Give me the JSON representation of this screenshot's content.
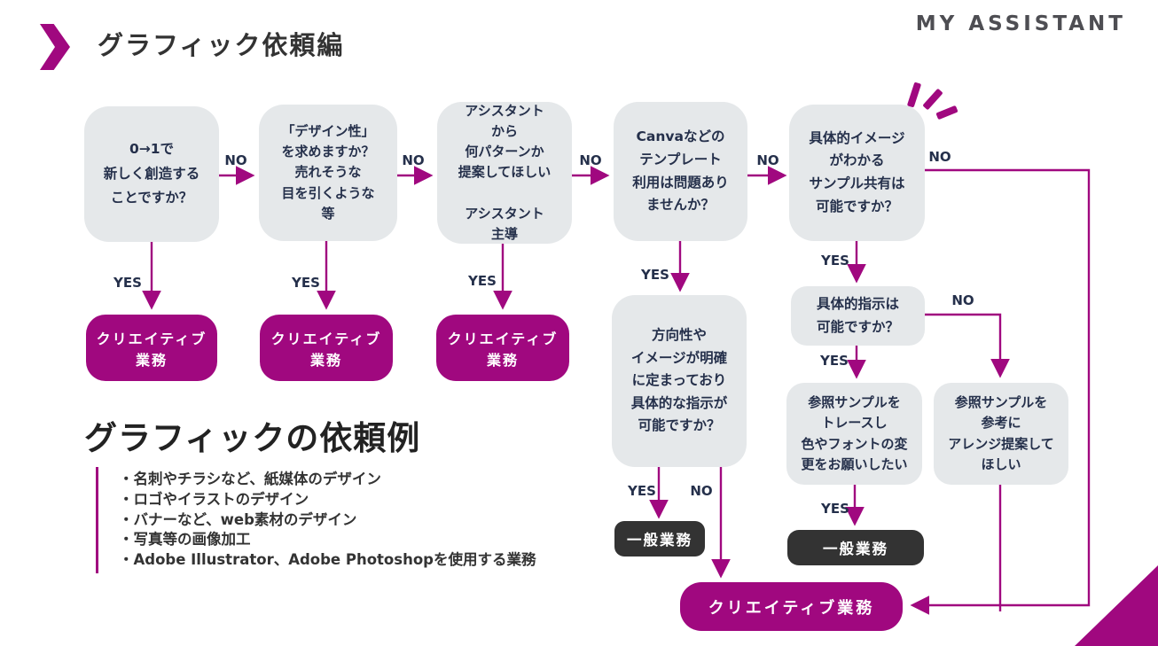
{
  "header": {
    "title": "グラフィック依頼編",
    "logo": "MY ASSISTANT"
  },
  "flow": {
    "labels": {
      "yes": "YES",
      "no": "NO"
    },
    "q1": "0→1で\n新しく創造する\nことですか？",
    "q2": "「デザイン性」\nを求めますか？\n売れそうな\n目を引くような\n等",
    "q3": "アシスタント\nから\n何パターンか\n提案してほしい\n\nアシスタント\n主導",
    "q4": "Canvaなどの\nテンプレート\n利用は問題あり\nませんか？",
    "q5": "具体的イメージ\nがわかる\nサンプル共有は\n可能ですか？",
    "q6": "方向性や\nイメージが明確\nに定まっており\n具体的な指示が\n可能ですか？",
    "q7": "具体的指示は\n可能ですか？",
    "q8": "参照サンプルを\nトレースし\n色やフォントの変\n更をお願いしたい",
    "q9": "参照サンプルを\n参考に\nアレンジ提案して\nほしい",
    "creative_small": "クリエイティブ\n業務",
    "creative_big": "クリエイティブ業務",
    "general": "一般業務"
  },
  "examples": {
    "heading": "グラフィックの依頼例",
    "items": [
      "・名刺やチラシなど、紙媒体のデザイン",
      "・ロゴやイラストのデザイン",
      "・バナーなど、web素材のデザイン",
      "・写真等の画像加工",
      "・Adobe Illustrator、Adobe Photoshopを使用する業務"
    ]
  },
  "colors": {
    "accent": "#A0087F",
    "node_gray": "#E5E8EA",
    "node_dark": "#333333",
    "label_navy": "#25304B"
  }
}
